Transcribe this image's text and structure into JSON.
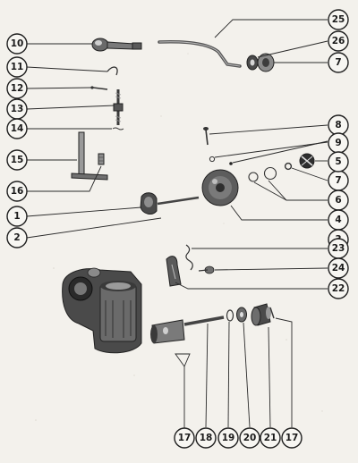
{
  "callouts": [
    {
      "id": "c10",
      "label": "10"
    },
    {
      "id": "c11",
      "label": "11"
    },
    {
      "id": "c12",
      "label": "12"
    },
    {
      "id": "c13",
      "label": "13"
    },
    {
      "id": "c14",
      "label": "14"
    },
    {
      "id": "c15",
      "label": "15"
    },
    {
      "id": "c16",
      "label": "16"
    },
    {
      "id": "c1",
      "label": "1"
    },
    {
      "id": "c2",
      "label": "2"
    },
    {
      "id": "c25",
      "label": "25"
    },
    {
      "id": "c26",
      "label": "26"
    },
    {
      "id": "c7a",
      "label": "7"
    },
    {
      "id": "c8",
      "label": "8"
    },
    {
      "id": "c9",
      "label": "9"
    },
    {
      "id": "c5",
      "label": "5"
    },
    {
      "id": "c7b",
      "label": "7"
    },
    {
      "id": "c6",
      "label": "6"
    },
    {
      "id": "c4",
      "label": "4"
    },
    {
      "id": "c3",
      "label": "3"
    },
    {
      "id": "c23",
      "label": "23"
    },
    {
      "id": "c24",
      "label": "24"
    },
    {
      "id": "c22",
      "label": "22"
    },
    {
      "id": "c17a",
      "label": "17"
    },
    {
      "id": "c18",
      "label": "18"
    },
    {
      "id": "c19",
      "label": "19"
    },
    {
      "id": "c20",
      "label": "20"
    },
    {
      "id": "c21",
      "label": "21"
    },
    {
      "id": "c17b",
      "label": "17"
    }
  ]
}
